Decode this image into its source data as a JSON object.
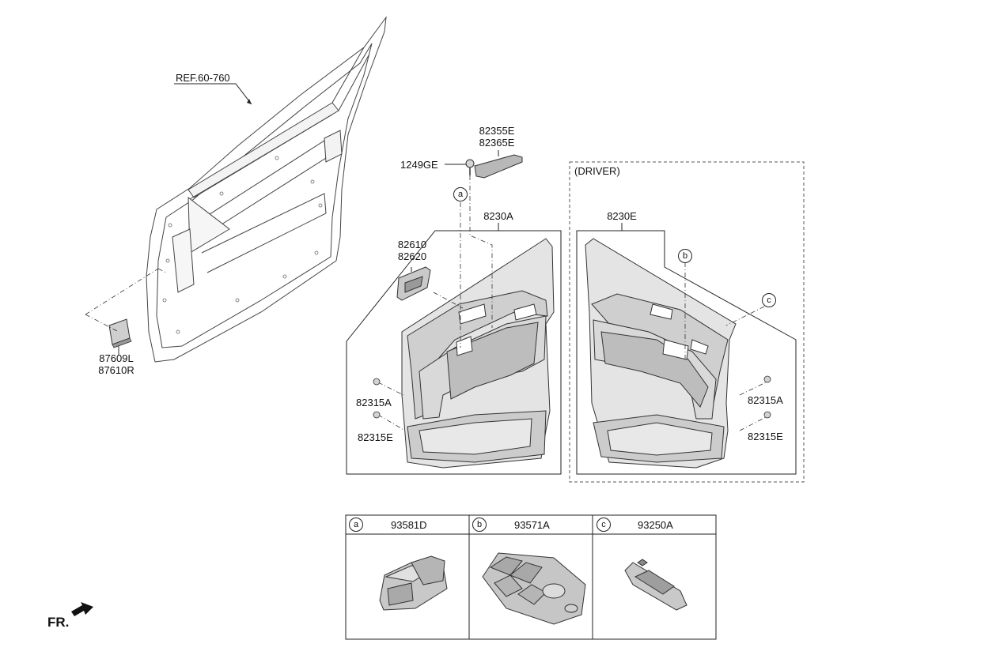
{
  "ref_label": "REF.60-760",
  "parts": {
    "p87609": [
      "87609L",
      "87610R"
    ],
    "p82355": [
      "82355E",
      "82365E"
    ],
    "p1249": "1249GE",
    "p8230A": "8230A",
    "p8230E": "8230E",
    "p82610": [
      "82610",
      "82620"
    ],
    "p82315A_left": "82315A",
    "p82315E_left": "82315E",
    "p82315A_right": "82315A",
    "p82315E_right": "82315E"
  },
  "driver_label": "(DRIVER)",
  "callouts": {
    "a": "a",
    "b": "b",
    "c": "c"
  },
  "table": {
    "columns": [
      {
        "key": "a",
        "part": "93581D"
      },
      {
        "key": "b",
        "part": "93571A"
      },
      {
        "key": "c",
        "part": "93250A"
      }
    ]
  },
  "front_indicator": "FR.",
  "colors": {
    "line": "#222222",
    "part_fill": "#e6e6e6",
    "part_dark": "#bdbdbd",
    "part_mid": "#d2d2d2"
  }
}
